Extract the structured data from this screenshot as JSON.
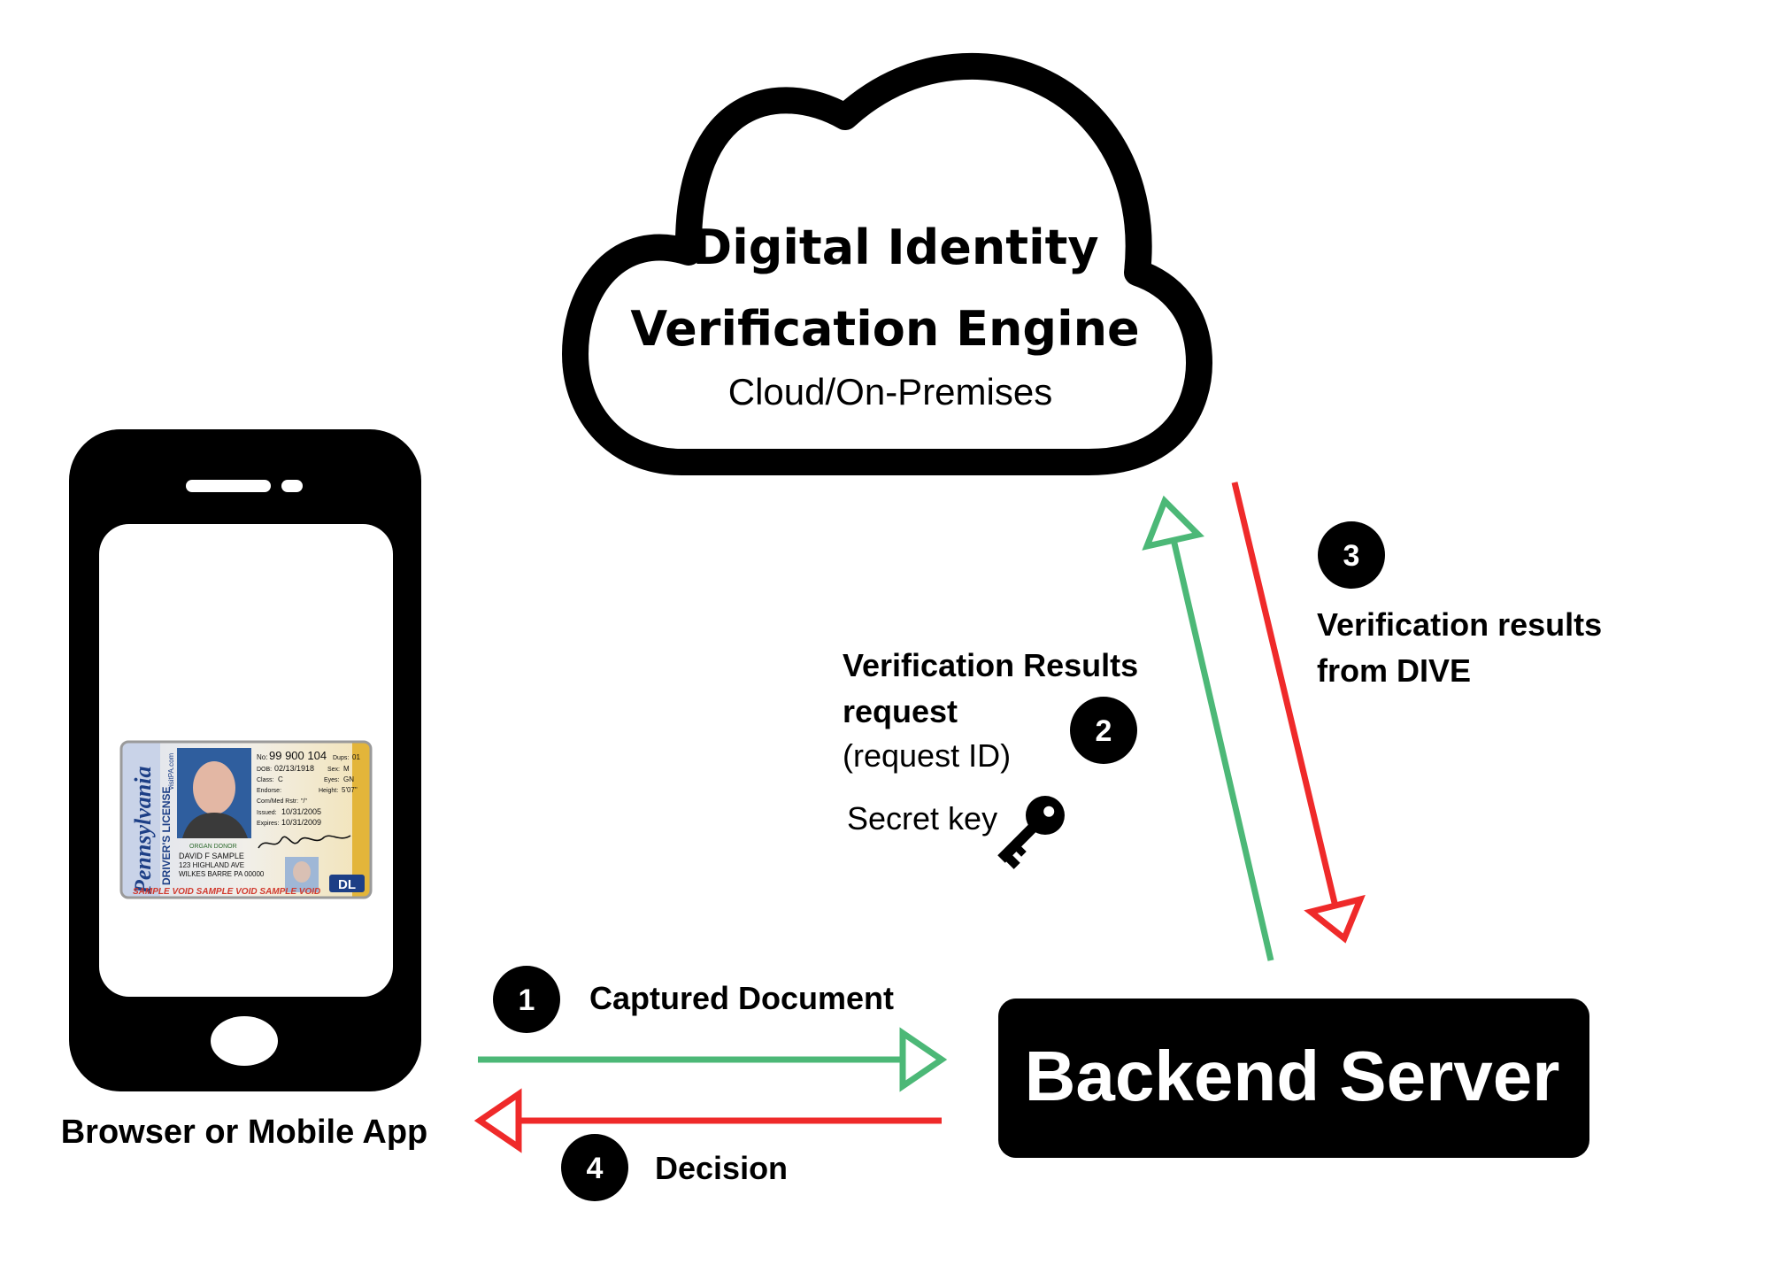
{
  "cloud": {
    "title_line1": "Digital Identity",
    "title_line2": "Verification Engine",
    "subtitle": "Cloud/On-Premises"
  },
  "phone": {
    "label": "Browser or Mobile App",
    "id_card": {
      "state": "Pennsylvania",
      "website": "visitPA.com",
      "doc_type": "DRIVER'S LICENSE",
      "number_label": "No:",
      "number": "99 900 104",
      "dups_label": "Dups:",
      "dups": "01",
      "dob_label": "DOB:",
      "dob": "02/13/1918",
      "sex_label": "Sex:",
      "sex": "M",
      "class_label": "Class:",
      "class": "C",
      "eyes_label": "Eyes:",
      "eyes": "GN",
      "endorse_label": "Endorse:",
      "height_label": "Height:",
      "height": "5'07\"",
      "restr_label": "Com/Med Rstr:",
      "restr": "\"/\"",
      "issued_label": "Issued:",
      "issued": "10/31/2005",
      "expires_label": "Expires:",
      "expires": "10/31/2009",
      "donor": "ORGAN DONOR",
      "name": "DAVID F SAMPLE",
      "address1": "123 HIGHLAND AVE",
      "address2": "WILKES BARRE PA 00000",
      "void_strip": "SAMPLE VOID SAMPLE VOID SAMPLE VOID",
      "badge": "DL"
    }
  },
  "server": {
    "label": "Backend Server"
  },
  "steps": [
    {
      "number": "1",
      "label": "Captured Document"
    },
    {
      "number": "2",
      "label_line1": "Verification Results",
      "label_line2": "request",
      "label_line3": "(request ID)",
      "secret": "Secret key"
    },
    {
      "number": "3",
      "label_line1": "Verification results",
      "label_line2": "from DIVE"
    },
    {
      "number": "4",
      "label": "Decision"
    }
  ],
  "colors": {
    "request_arrow": "#4cb877",
    "response_arrow": "#ef2a2a",
    "ink": "#000000",
    "card_photo_bg": "#2f5e9e",
    "card_gold": "#e3b53a"
  },
  "icons": {
    "key": "key-icon"
  }
}
